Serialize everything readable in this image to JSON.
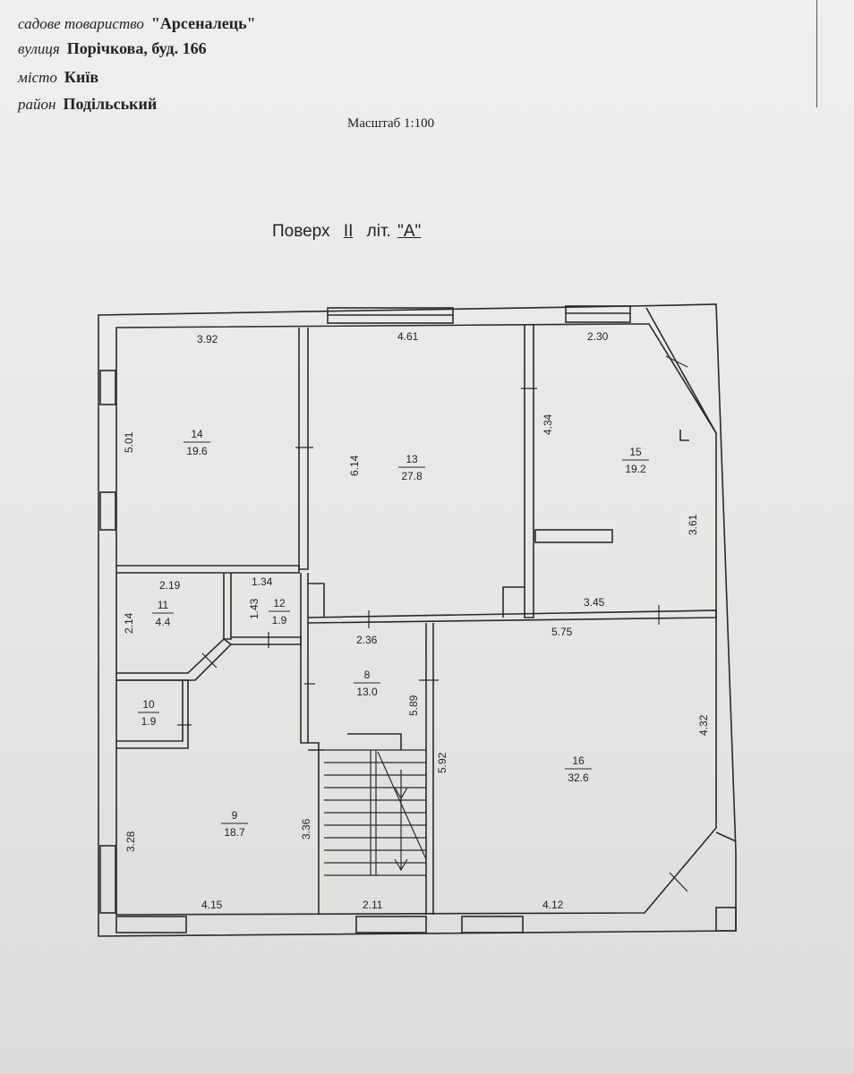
{
  "header": {
    "rows": [
      {
        "label": "садове товариство",
        "value": "\"Арсеналець\""
      },
      {
        "label": "вулиця",
        "value": "Порічкова, буд. 166"
      },
      {
        "label": "місто",
        "value": "Київ"
      },
      {
        "label": "район",
        "value": "Подільський"
      }
    ],
    "scale": "Масштаб 1:100"
  },
  "floor": {
    "prefix": "Поверх",
    "number": "II",
    "middle": "літ.",
    "letter": "\"А\""
  },
  "rooms": [
    {
      "id": "14",
      "area": "19.6"
    },
    {
      "id": "13",
      "area": "27.8"
    },
    {
      "id": "15",
      "area": "19.2"
    },
    {
      "id": "11",
      "area": "4.4"
    },
    {
      "id": "12",
      "area": "1.9"
    },
    {
      "id": "8",
      "area": "13.0"
    },
    {
      "id": "10",
      "area": "1.9"
    },
    {
      "id": "9",
      "area": "18.7"
    },
    {
      "id": "16",
      "area": "32.6"
    }
  ],
  "dimensions": [
    "3.92",
    "4.61",
    "2.30",
    "5.01",
    "6.14",
    "4.34",
    "3.61",
    "2.19",
    "1.34",
    "1.43",
    "2.14",
    "2.36",
    "3.45",
    "5.75",
    "5.89",
    "5.92",
    "4.32",
    "3.28",
    "3.36",
    "4.15",
    "2.11",
    "4.12"
  ]
}
